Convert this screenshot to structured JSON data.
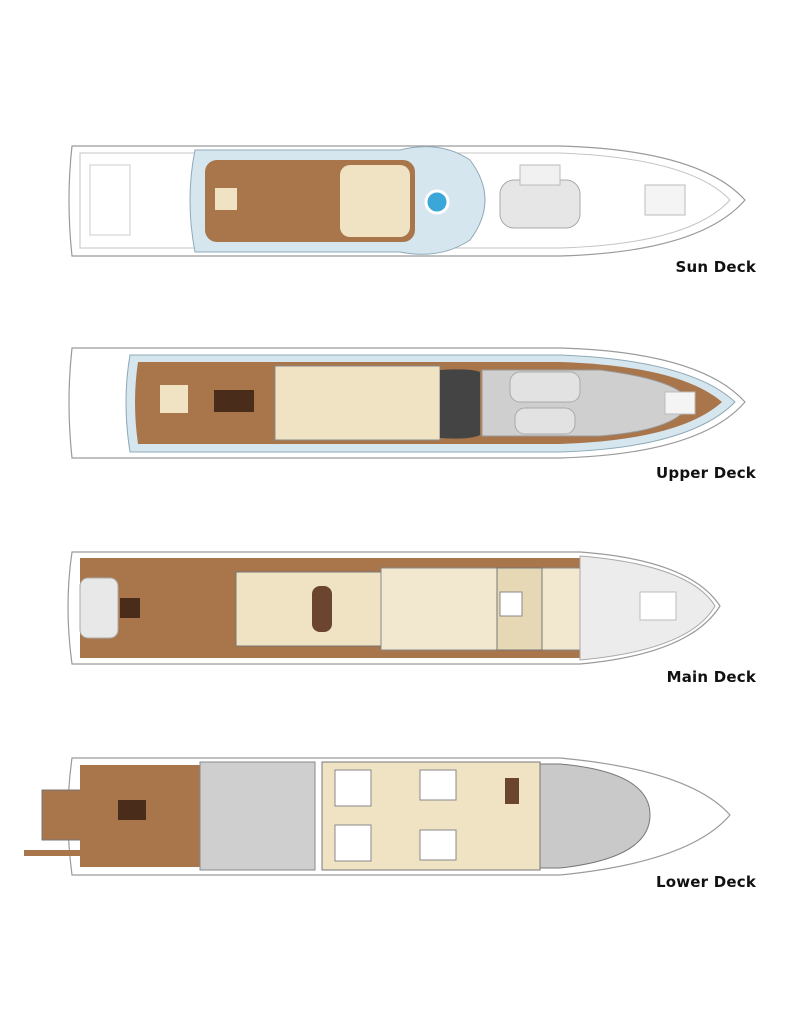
{
  "decks": [
    {
      "name": "Sun Deck"
    },
    {
      "name": "Upper Deck"
    },
    {
      "name": "Main Deck"
    },
    {
      "name": "Lower Deck"
    }
  ],
  "colors": {
    "teak": "#a8764a",
    "interior": "#efe3c4",
    "tender_bay": "#cfcfcf",
    "glass": "#d6e6ef",
    "pool": "#3aa7d8",
    "hull_line": "#9a9a9a"
  }
}
